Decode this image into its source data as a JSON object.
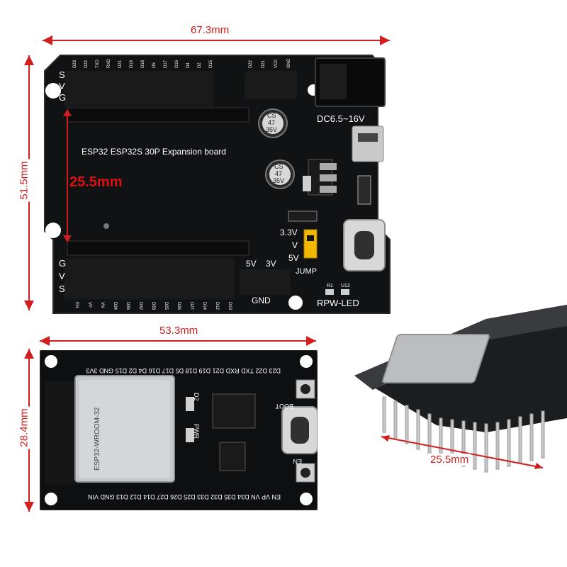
{
  "dimensions": {
    "board_width": "67.3mm",
    "board_height": "51.5mm",
    "header_spacing": "25.5mm",
    "module_width": "53.3mm",
    "module_height": "28.4mm",
    "module_spacing": "25.5mm"
  },
  "expansion_board": {
    "title": "ESP32 ESP32S 30P Expansion board",
    "power_input": "DC6.5~16V",
    "jumper_top": "3.3V",
    "jumper_mid": "V",
    "jumper_bottom": "5V",
    "jumper_label": "JUMP",
    "sel_5v": "5V",
    "sel_3v": "3V",
    "gnd_label": "GND",
    "led_label": "RPW-LED",
    "r1_label": "R1",
    "u12_label": "U12",
    "rows_top": [
      "S",
      "V",
      "G"
    ],
    "rows_bottom": [
      "G",
      "V",
      "S"
    ],
    "cap_1": [
      "CS",
      "47",
      "35V"
    ],
    "cap_2": [
      "CS",
      "47",
      "35V"
    ],
    "top_pins": [
      "D23",
      "D22",
      "TXD",
      "RXD",
      "D21",
      "D19",
      "D18",
      "D5",
      "D17",
      "D16",
      "D4",
      "D2",
      "D15"
    ],
    "top_right_pins": [
      "D22",
      "D21",
      "VCC",
      "GND"
    ],
    "bottom_pins": [
      "EN",
      "VP",
      "VN",
      "D34",
      "D35",
      "D32",
      "D33",
      "D25",
      "D26",
      "D27",
      "D14",
      "D12",
      "D13"
    ],
    "colors": {
      "pcb": "#111214",
      "silk": "#ffffff",
      "jumper": "#f2b800",
      "dim": "#d11f1f"
    }
  },
  "devkit": {
    "module_name": "ESP32-WROOM-32",
    "top_labels": "D23 D22 TXD RXD D21 D19 D18 D5 D17 D16 D4 D2 D15 GND 3V3",
    "bottom_labels": "EN VP VN D34 D35 D32 D33 D25 D26 D27 D14 D12 D13 GND VIN",
    "pwr_label": "PWR",
    "d2_label": "D2",
    "boot_label": "BOOT",
    "en_label": "EN"
  }
}
